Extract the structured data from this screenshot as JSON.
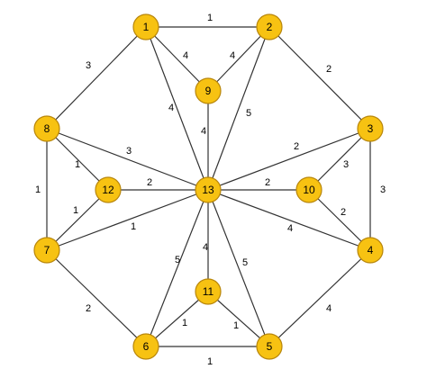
{
  "colors": {
    "node_fill": "#f7c212",
    "node_stroke": "#b8860b",
    "edge": "#333333"
  },
  "nodes": [
    {
      "id": "1",
      "label": "1"
    },
    {
      "id": "2",
      "label": "2"
    },
    {
      "id": "3",
      "label": "3"
    },
    {
      "id": "4",
      "label": "4"
    },
    {
      "id": "5",
      "label": "5"
    },
    {
      "id": "6",
      "label": "6"
    },
    {
      "id": "7",
      "label": "7"
    },
    {
      "id": "8",
      "label": "8"
    },
    {
      "id": "9",
      "label": "9"
    },
    {
      "id": "10",
      "label": "10"
    },
    {
      "id": "11",
      "label": "11"
    },
    {
      "id": "12",
      "label": "12"
    },
    {
      "id": "13",
      "label": "13"
    }
  ],
  "edges": [
    {
      "from": "1",
      "to": "2",
      "weight": "1"
    },
    {
      "from": "2",
      "to": "3",
      "weight": "2"
    },
    {
      "from": "3",
      "to": "4",
      "weight": "3"
    },
    {
      "from": "4",
      "to": "5",
      "weight": "4"
    },
    {
      "from": "5",
      "to": "6",
      "weight": "1"
    },
    {
      "from": "6",
      "to": "7",
      "weight": "2"
    },
    {
      "from": "7",
      "to": "8",
      "weight": "1"
    },
    {
      "from": "8",
      "to": "1",
      "weight": "3"
    },
    {
      "from": "1",
      "to": "9",
      "weight": "4"
    },
    {
      "from": "2",
      "to": "9",
      "weight": "4"
    },
    {
      "from": "9",
      "to": "13",
      "weight": "4"
    },
    {
      "from": "1",
      "to": "13",
      "weight": "4"
    },
    {
      "from": "2",
      "to": "13",
      "weight": "5"
    },
    {
      "from": "3",
      "to": "10",
      "weight": "3"
    },
    {
      "from": "4",
      "to": "10",
      "weight": "2"
    },
    {
      "from": "10",
      "to": "13",
      "weight": "2"
    },
    {
      "from": "3",
      "to": "13",
      "weight": "2"
    },
    {
      "from": "4",
      "to": "13",
      "weight": "4"
    },
    {
      "from": "5",
      "to": "11",
      "weight": "1"
    },
    {
      "from": "6",
      "to": "11",
      "weight": "1"
    },
    {
      "from": "11",
      "to": "13",
      "weight": "4"
    },
    {
      "from": "5",
      "to": "13",
      "weight": "5"
    },
    {
      "from": "6",
      "to": "13",
      "weight": "5"
    },
    {
      "from": "7",
      "to": "12",
      "weight": "1"
    },
    {
      "from": "8",
      "to": "12",
      "weight": "1"
    },
    {
      "from": "12",
      "to": "13",
      "weight": "2"
    },
    {
      "from": "8",
      "to": "13",
      "weight": "3"
    },
    {
      "from": "7",
      "to": "13",
      "weight": "1"
    }
  ]
}
